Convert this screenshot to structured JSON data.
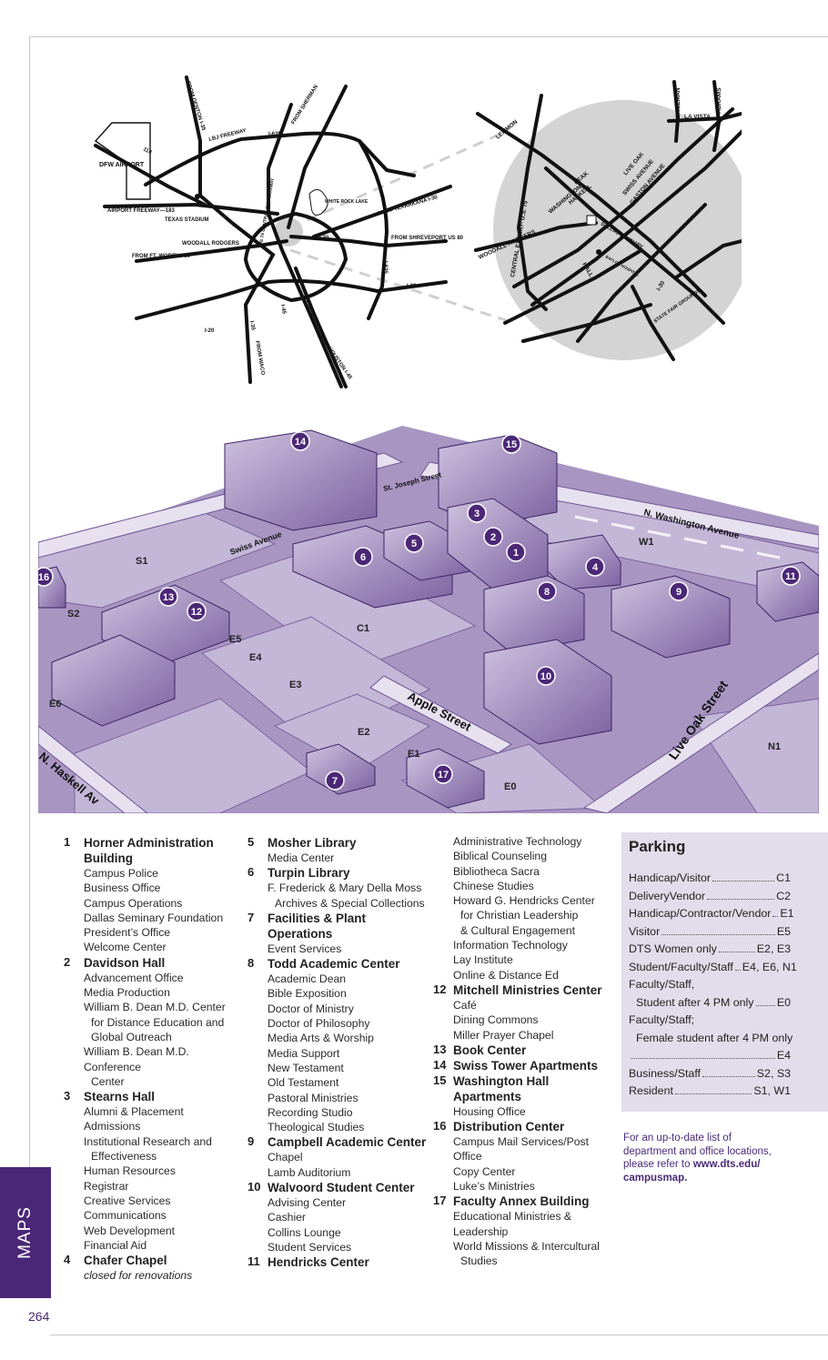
{
  "region_map": {
    "labels": {
      "from_denton": "FROM DENTON I-35",
      "from_sherman": "FROM SHERMAN",
      "lbj": "LBJ FREEWAY",
      "i635": "I-635",
      "r114": "114",
      "dfw": "DFW AIRPORT",
      "airport_fwy": "AIRPORT FREEWAY—183",
      "texas_stadium": "TEXAS STADIUM",
      "woodall": "WOODALL RODGERS",
      "from_fw": "FROM FT. WORTH I-30",
      "i30": "I-30",
      "from_texarkana": "FROM TEXARKANA I-30",
      "white_rock": "WHITE ROCK LAKE",
      "from_shreveport": "FROM SHREVEPORT US 80",
      "i635b": "I-635",
      "i20": "I-20",
      "i20b": "I-20",
      "i35e": "I-35",
      "i45": "I-45",
      "us75": "US 75",
      "from_waco": "FROM WACO",
      "from_houston": "FROM HOUSTON I-45",
      "central": "US 75 CENTRAL EXPRESSWAY"
    },
    "inset": {
      "lemmon": "LEMMON",
      "central": "CENTRAL EXPWAY- U.S. 75",
      "woodall": "WOODALL RODGERS",
      "peak": "PEAK",
      "haskell": "HASKELL",
      "washington": "WASHINGTON",
      "live_oak": "LIVE OAK",
      "swiss": "SWISS AVENUE",
      "gaston": "GASTON AVENUE",
      "skillman": "SKILLMAN",
      "la_vista": "LA VISTA",
      "abrams": "ABRAMS",
      "hall": "HALL",
      "i30": "I-30",
      "fair": "STATE FAIR GROUNDS",
      "dts": "DALLAS SEMINARY",
      "baylor": "BAYLOR HOSPITAL"
    }
  },
  "campus_map": {
    "streets": {
      "washington": "N. Washington Avenue",
      "swiss": "Swiss Avenue",
      "apple": "Apple Street",
      "live_oak": "Live Oak Street",
      "haskell": "N. Haskell Av",
      "bryan": "St. Joseph Street"
    },
    "lots": [
      "S1",
      "S2",
      "W1",
      "C1",
      "E4",
      "E5",
      "E3",
      "E2",
      "E1",
      "E6",
      "E0",
      "N1"
    ],
    "markers": [
      "1",
      "2",
      "3",
      "4",
      "5",
      "6",
      "7",
      "8",
      "9",
      "10",
      "11",
      "12",
      "13",
      "14",
      "15",
      "16",
      "17"
    ],
    "colors": {
      "bg": "#9c84b8",
      "dark": "#4b2777",
      "light": "#d3c7e1",
      "ground": "#b8a6cc"
    }
  },
  "legend": {
    "col1": [
      {
        "num": "1",
        "name": "Horner Administration Building",
        "subs": [
          "Campus Police",
          "Business Office",
          "Campus Operations",
          "Dallas Seminary Foundation",
          "President’s Office",
          "Welcome Center"
        ]
      },
      {
        "num": "2",
        "name": "Davidson Hall",
        "subs": [
          "Advancement Office",
          "Media Production",
          "William B. Dean M.D. Center",
          "for Distance Education and",
          "Global Outreach",
          "William B. Dean M.D. Conference",
          "Center"
        ]
      },
      {
        "num": "3",
        "name": "Stearns Hall",
        "subs": [
          "Alumni & Placement",
          "Admissions",
          "Institutional Research and",
          "Effectiveness",
          "Human Resources",
          "Registrar",
          "Creative Services",
          "Communications",
          "Web Development",
          "Financial Aid"
        ]
      },
      {
        "num": "4",
        "name": "Chafer Chapel",
        "note": "closed for renovations"
      }
    ],
    "col2": [
      {
        "num": "5",
        "name": "Mosher Library",
        "subs": [
          "Media Center"
        ]
      },
      {
        "num": "6",
        "name": "Turpin Library",
        "subs": [
          "F. Frederick & Mary Della Moss",
          "Archives & Special Collections"
        ]
      },
      {
        "num": "7",
        "name": "Facilities & Plant Operations",
        "subs": [
          "Event Services"
        ]
      },
      {
        "num": "8",
        "name": "Todd Academic Center",
        "subs": [
          "Academic Dean",
          "Bible Exposition",
          "Doctor of Ministry",
          "Doctor of Philosophy",
          "Media Arts & Worship",
          "Media Support",
          "New Testament",
          "Old Testament",
          "Pastoral Ministries",
          "Recording Studio",
          "Theological Studies"
        ]
      },
      {
        "num": "9",
        "name": "Campbell Academic Center",
        "subs": [
          "Chapel",
          "Lamb Auditorium"
        ]
      },
      {
        "num": "10",
        "name": "Walvoord Student Center",
        "subs": [
          "Advising Center",
          "Cashier",
          "Collins Lounge",
          "Student Services"
        ]
      },
      {
        "num": "11",
        "name": "Hendricks Center"
      }
    ],
    "col3": [
      {
        "subs": [
          "Administrative Technology",
          "Biblical Counseling",
          "Bibliotheca Sacra",
          "Chinese Studies",
          "Howard G. Hendricks Center",
          "for Christian Leadership",
          "& Cultural Engagement",
          "Information Technology",
          "Lay Institute",
          "Online & Distance Ed"
        ]
      },
      {
        "num": "12",
        "name": "Mitchell Ministries Center",
        "subs": [
          "Café",
          "Dining Commons",
          "Miller Prayer Chapel"
        ]
      },
      {
        "num": "13",
        "name": "Book Center"
      },
      {
        "num": "14",
        "name": "Swiss Tower Apartments"
      },
      {
        "num": "15",
        "name": "Washington Hall Apartments",
        "subs": [
          "Housing Office"
        ]
      },
      {
        "num": "16",
        "name": "Distribution Center",
        "subs": [
          "Campus Mail Services/Post Office",
          "Copy Center",
          "Luke’s Ministries"
        ]
      },
      {
        "num": "17",
        "name": "Faculty Annex Building",
        "subs": [
          "Educational Ministries & Leadership",
          "World Missions & Intercultural",
          "Studies"
        ]
      }
    ]
  },
  "parking": {
    "title": "Parking",
    "rows": [
      {
        "label": "Handicap/Visitor",
        "value": "C1"
      },
      {
        "label": "DeliveryVendor",
        "value": "C2"
      },
      {
        "label": "Handicap/Contractor/Vendor",
        "value": "E1"
      },
      {
        "label": "Visitor",
        "value": "E5"
      },
      {
        "label": "DTS Women only",
        "value": "E2, E3"
      },
      {
        "label": "Student/Faculty/Staff",
        "value": "E4, E6, N1"
      },
      {
        "label": "Faculty/Staff,",
        "value": ""
      },
      {
        "label": "Student after 4 PM only",
        "value": "E0"
      },
      {
        "label": "Faculty/Staff;",
        "value": ""
      },
      {
        "label": "Female student after 4 PM only",
        "value": ""
      },
      {
        "label": "",
        "value": "E4"
      },
      {
        "label": "Business/Staff",
        "value": "S2, S3"
      },
      {
        "label": "Resident",
        "value": "S1, W1"
      }
    ]
  },
  "info": {
    "text": "For an up-to-date list of department and office locations, please refer to",
    "link": "www.dts.edu/ campusmap."
  },
  "side_tab": "MAPS",
  "page_number": "264"
}
